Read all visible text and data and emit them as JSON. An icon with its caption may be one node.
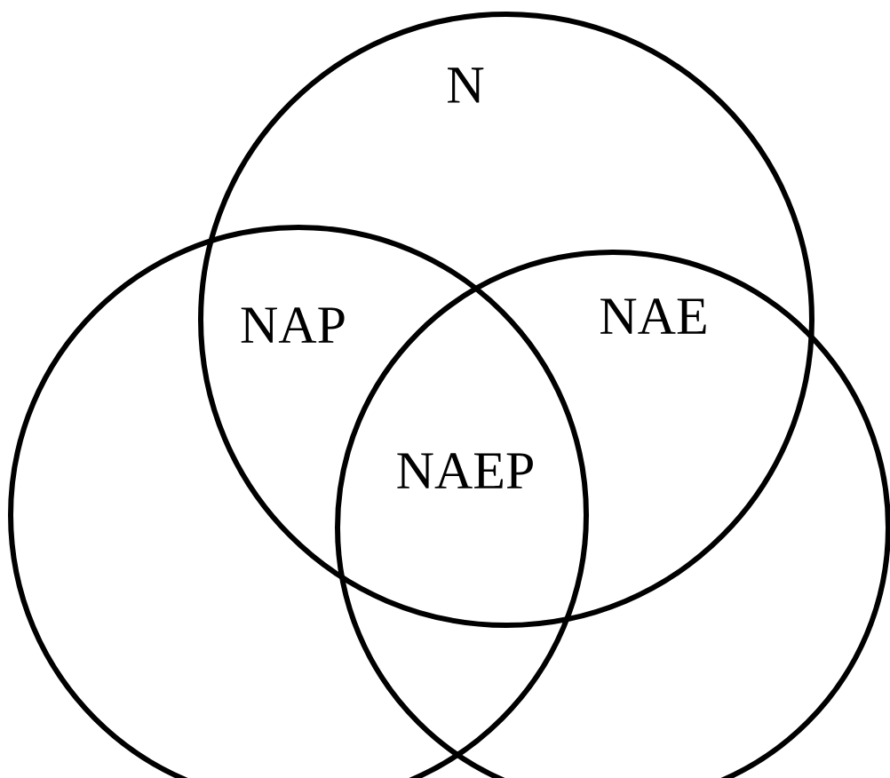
{
  "diagram": {
    "nodes": [
      {
        "text": [],
        "shape": "circle"
      },
      {
        "text": [],
        "shape": "circle"
      },
      {
        "text": [],
        "shape": "circle"
      }
    ],
    "labels": [
      "N",
      "NAP",
      "NAE",
      "NAEP"
    ]
  }
}
